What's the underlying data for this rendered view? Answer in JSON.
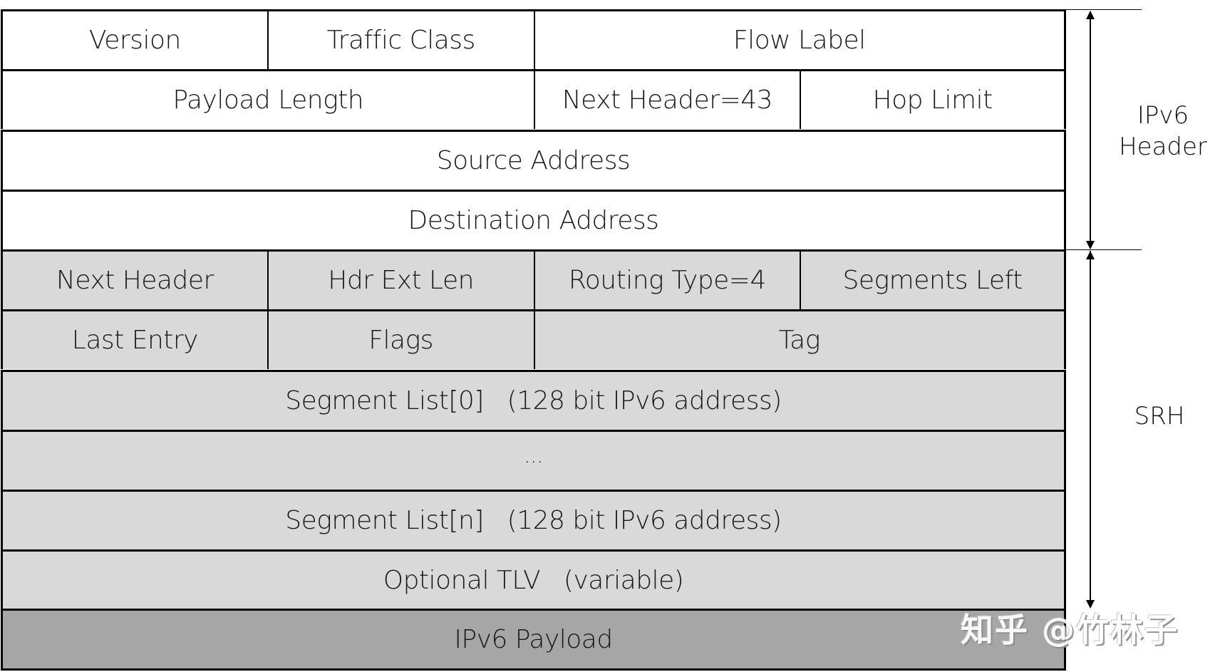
{
  "diagram": {
    "title": "IPv6 Header with Segment Routing Header (SRH)",
    "colors": {
      "ipv6_header_fill": "#ffffff",
      "srh_fill": "#d9d9d9",
      "payload_fill": "#a6a6a6",
      "border": "#000000"
    },
    "rows": [
      {
        "section": "ipv6",
        "cells": [
          {
            "label": "Version",
            "span": 1
          },
          {
            "label": "Traffic Class",
            "span": 1
          },
          {
            "label": "Flow Label",
            "span": 2
          }
        ]
      },
      {
        "section": "ipv6",
        "cells": [
          {
            "label": "Payload Length",
            "span": 2
          },
          {
            "label": "Next Header=43",
            "span": 1
          },
          {
            "label": "Hop Limit",
            "span": 1
          }
        ]
      },
      {
        "section": "ipv6",
        "cells": [
          {
            "label": "Source Address",
            "span": 4
          }
        ]
      },
      {
        "section": "ipv6",
        "cells": [
          {
            "label": "Destination Address",
            "span": 4
          }
        ]
      },
      {
        "section": "srh",
        "cells": [
          {
            "label": "Next Header",
            "span": 1
          },
          {
            "label": "Hdr Ext Len",
            "span": 1
          },
          {
            "label": "Routing Type=4",
            "span": 1
          },
          {
            "label": "Segments Left",
            "span": 1
          }
        ]
      },
      {
        "section": "srh",
        "cells": [
          {
            "label": "Last Entry",
            "span": 1
          },
          {
            "label": "Flags",
            "span": 1
          },
          {
            "label": "Tag",
            "span": 2
          }
        ]
      },
      {
        "section": "srh",
        "cells": [
          {
            "label": "Segment List[0]   (128 bit IPv6 address)",
            "span": 4
          }
        ]
      },
      {
        "section": "srh",
        "cells": [
          {
            "label": "...",
            "span": 4
          }
        ]
      },
      {
        "section": "srh",
        "cells": [
          {
            "label": "Segment List[n]   (128 bit IPv6 address)",
            "span": 4
          }
        ]
      },
      {
        "section": "srh",
        "cells": [
          {
            "label": "Optional TLV   (variable)",
            "span": 4
          }
        ]
      },
      {
        "section": "payload",
        "cells": [
          {
            "label": "IPv6 Payload",
            "span": 4
          }
        ]
      }
    ],
    "brackets": {
      "ipv6_header": {
        "line1": "IPv6",
        "line2": "Header"
      },
      "srh": {
        "label": "SRH"
      }
    },
    "watermark": "知乎 @竹林子"
  }
}
